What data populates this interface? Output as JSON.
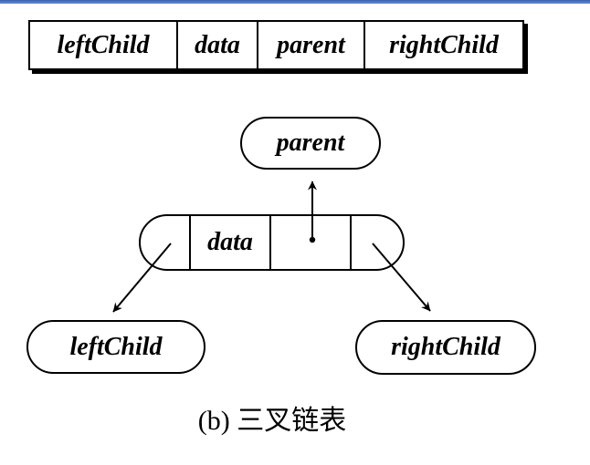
{
  "accent": {
    "top_bar_color": "#4a72c2"
  },
  "node_struct_table": {
    "cells": [
      {
        "label": "leftChild"
      },
      {
        "label": "data"
      },
      {
        "label": "parent"
      },
      {
        "label": "rightChild"
      }
    ]
  },
  "diagram": {
    "parent_node_label": "parent",
    "data_field_label": "data",
    "left_child_node_label": "leftChild",
    "right_child_node_label": "rightChild",
    "arrows": [
      {
        "from": "parent-pointer-field",
        "to": "parent"
      },
      {
        "from": "left-pointer-field",
        "to": "leftChild"
      },
      {
        "from": "right-pointer-field",
        "to": "rightChild"
      }
    ]
  },
  "caption": {
    "text": "(b) 三叉链表"
  }
}
